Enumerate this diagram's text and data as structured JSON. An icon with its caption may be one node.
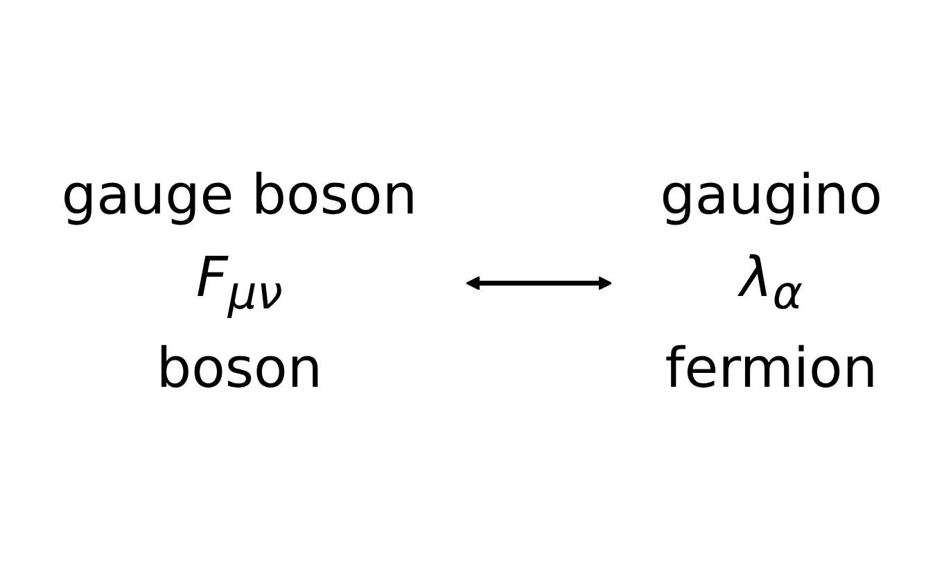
{
  "diagram": {
    "nodes": [
      {
        "text": [
          "gauge boson",
          "*F*$_{μν}$",
          "boson"
        ]
      },
      {
        "text": [
          "gaugino",
          "*λ*$_{α}$",
          "fermion"
        ]
      }
    ],
    "edges": [
      {
        "from": 0,
        "to": 1,
        "arrow": "both"
      }
    ]
  }
}
